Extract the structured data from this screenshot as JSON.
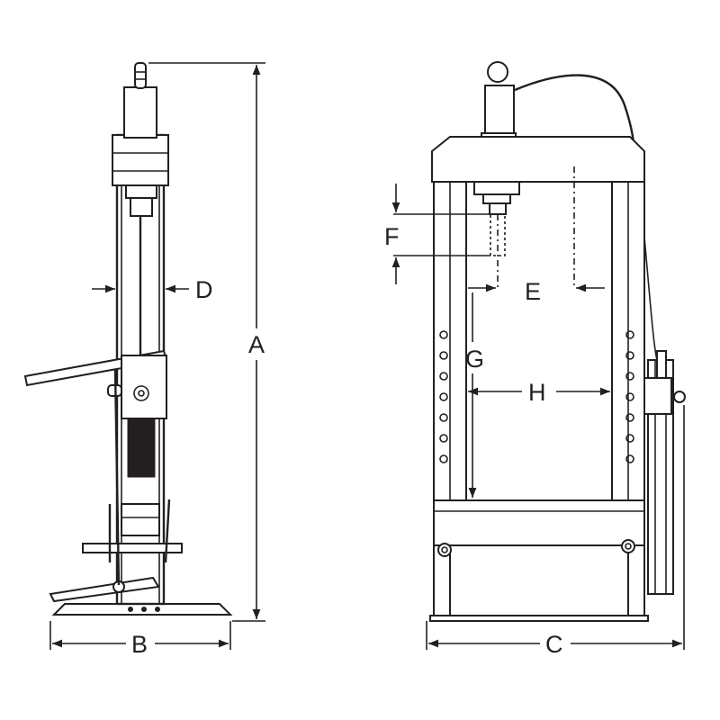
{
  "diagram": {
    "labels": {
      "A": "A",
      "B": "B",
      "C": "C",
      "D": "D",
      "E": "E",
      "F": "F",
      "G": "G",
      "H": "H"
    },
    "colors": {
      "line": "#231f20",
      "background": "#ffffff"
    }
  }
}
